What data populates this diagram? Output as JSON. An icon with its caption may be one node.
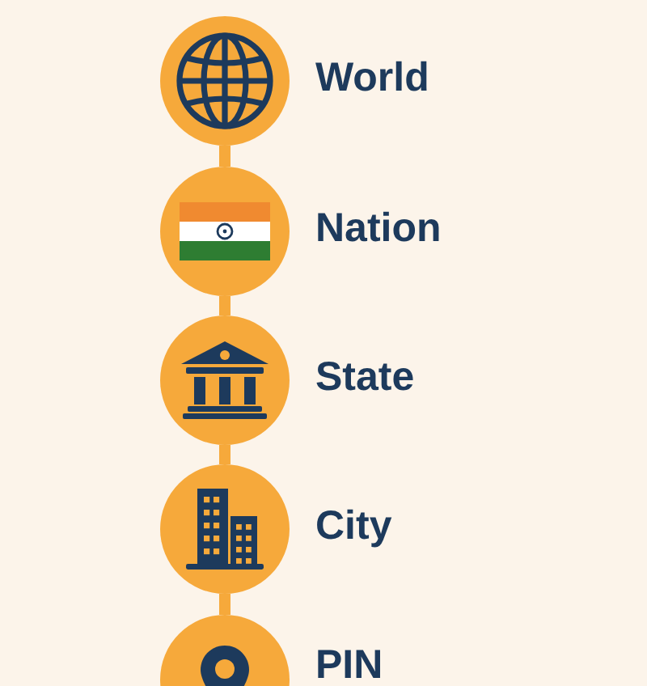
{
  "diagram": {
    "nodes": [
      {
        "text": [
          "World"
        ]
      },
      {
        "text": [
          "Nation"
        ]
      },
      {
        "text": [
          "State"
        ]
      },
      {
        "text": [
          "City"
        ]
      },
      {
        "text": [
          "PIN"
        ]
      }
    ],
    "edges": [
      {
        "from": 0,
        "to": 1,
        "arrow": "none"
      },
      {
        "from": 1,
        "to": 2,
        "arrow": "none"
      },
      {
        "from": 2,
        "to": 3,
        "arrow": "none"
      },
      {
        "from": 3,
        "to": 4,
        "arrow": "none"
      }
    ]
  }
}
